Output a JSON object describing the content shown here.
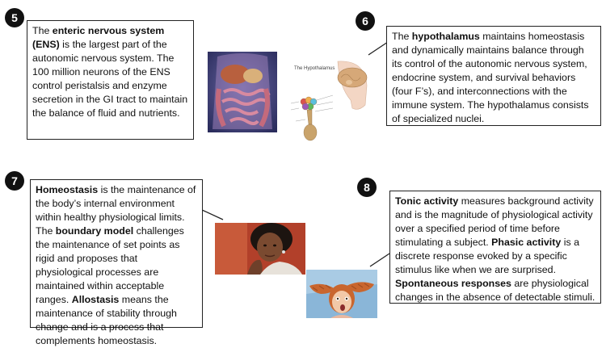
{
  "panels": [
    {
      "number": "5",
      "segments": [
        {
          "t": "The ",
          "b": false
        },
        {
          "t": "enteric nervous system (ENS)",
          "b": true
        },
        {
          "t": " is the largest part of the autonomic nervous system. The 100 million neurons of the ENS control peristalsis and enzyme secretion in the GI tract to maintain the balance of fluid and nutrients.",
          "b": false
        }
      ],
      "image": "abdominal-anatomy-illustration"
    },
    {
      "number": "6",
      "segments": [
        {
          "t": "The ",
          "b": false
        },
        {
          "t": "hypothalamus",
          "b": true
        },
        {
          "t": " maintains homeostasis and dynamically maintains balance through its control of the autonomic nervous system, endocrine system, and survival behaviors (four F’s), and interconnections with the immune system. The hypothalamus consists of specialized nuclei.",
          "b": false
        }
      ],
      "image": "hypothalamus-diagram",
      "image_title": "The Hypothalamus"
    },
    {
      "number": "7",
      "segments": [
        {
          "t": "Homeostasis",
          "b": true
        },
        {
          "t": " is the maintenance of the body’s internal environment within healthy physiological limits. The ",
          "b": false
        },
        {
          "t": "boundary model",
          "b": true
        },
        {
          "t": " challenges the maintenance of set points as rigid and proposes that physiological processes are maintained within acceptable ranges. ",
          "b": false
        },
        {
          "t": "Allostasis",
          "b": true
        },
        {
          "t": " means the maintenance of stability through change and is a process that complements homeostasis.",
          "b": false
        }
      ],
      "image": "thoughtful-woman-photo"
    },
    {
      "number": "8",
      "segments": [
        {
          "t": "Tonic activity",
          "b": true
        },
        {
          "t": " measures background activity and is the magnitude of physiological activity over a specified period of time before stimulating a subject. ",
          "b": false
        },
        {
          "t": "Phasic activity",
          "b": true
        },
        {
          "t": " is a discrete response evoked by a specific stimulus like when we are surprised. ",
          "b": false
        },
        {
          "t": "Spontaneous responses",
          "b": true
        },
        {
          "t": " are physiological changes in the absence of detectable stimuli.",
          "b": false
        }
      ],
      "image": "surprised-child-photo"
    }
  ],
  "colors": {
    "border": "#222222",
    "badge": "#111111",
    "brain": "#c9a36b",
    "tissue": "#c97a8a"
  }
}
